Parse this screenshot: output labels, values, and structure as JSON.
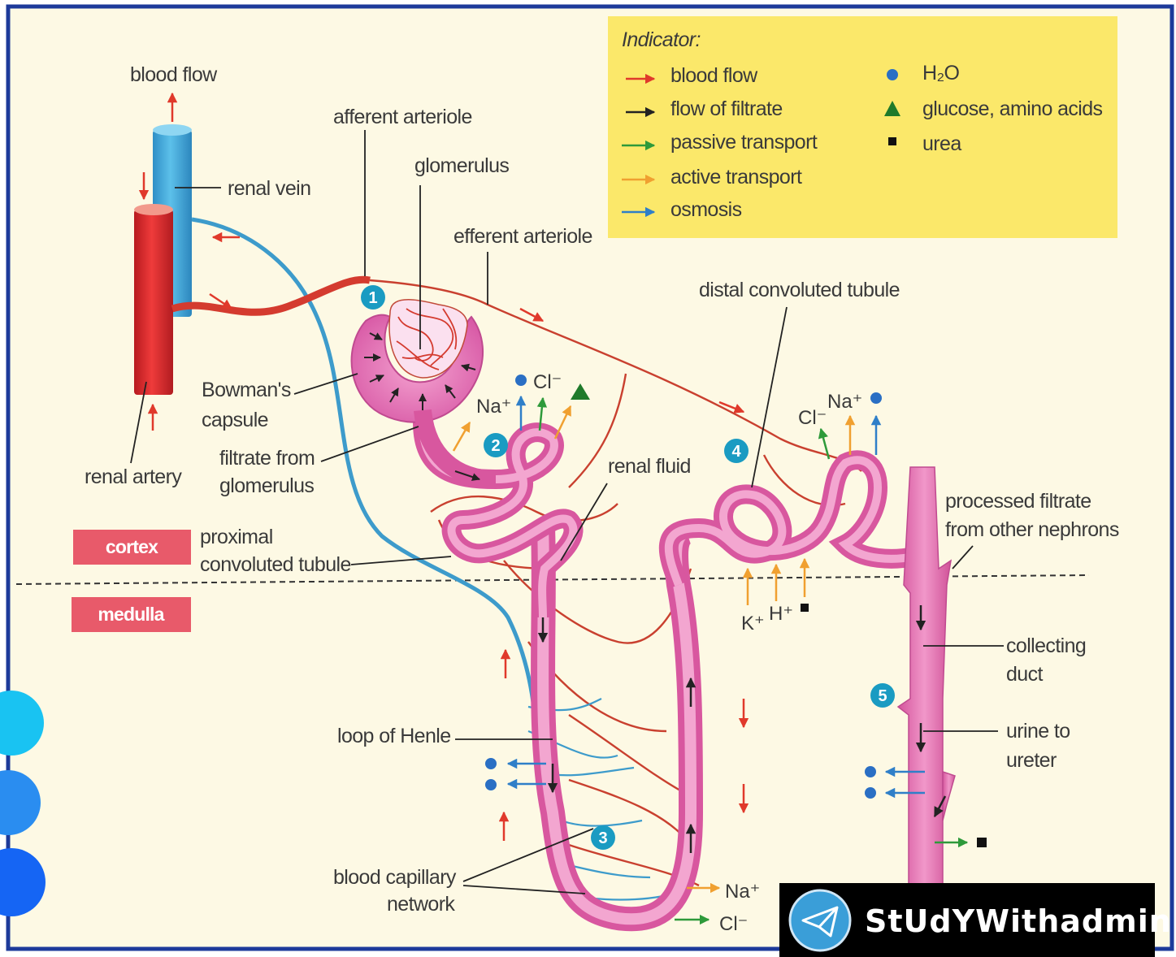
{
  "legend": {
    "title": "Indicator:",
    "arrows": [
      {
        "label": "blood flow",
        "color": "#e0392b"
      },
      {
        "label": "flow of filtrate",
        "color": "#222222"
      },
      {
        "label": "passive transport",
        "color": "#2e9a3a"
      },
      {
        "label": "active transport",
        "color": "#f0a030"
      },
      {
        "label": "osmosis",
        "color": "#2f7fc8"
      }
    ],
    "symbols": [
      {
        "label": "H₂O",
        "shape": "circle",
        "color": "#2a6fc4"
      },
      {
        "label": "glucose, amino acids",
        "shape": "triangle",
        "color": "#1f7a2a"
      },
      {
        "label": "urea",
        "shape": "square",
        "color": "#111111"
      }
    ]
  },
  "labels": {
    "blood_flow": "blood flow",
    "renal_vein": "renal vein",
    "renal_artery": "renal artery",
    "afferent_arteriole": "afferent arteriole",
    "glomerulus": "glomerulus",
    "efferent_arteriole": "efferent arteriole",
    "distal_convoluted_tubule": "distal convoluted tubule",
    "bowmans_capsule_1": "Bowman's",
    "bowmans_capsule_2": "capsule",
    "filtrate_1": "filtrate from",
    "filtrate_2": "glomerulus",
    "renal_fluid": "renal fluid",
    "proximal_1": "proximal",
    "proximal_2": "convoluted tubule",
    "processed_1": "processed filtrate",
    "processed_2": "from other nephrons",
    "collecting_1": "collecting",
    "collecting_2": "duct",
    "urine_1": "urine to",
    "urine_2": "ureter",
    "loop_of_henle": "loop of Henle",
    "capillary_1": "blood capillary",
    "capillary_2": "network"
  },
  "zones": {
    "cortex": "cortex",
    "medulla": "medulla"
  },
  "ions": {
    "na_pct": "Na⁺",
    "cl_pct": "Cl⁻",
    "na_dct": "Na⁺",
    "cl_dct": "Cl⁻",
    "k": "K⁺",
    "h": "H⁺",
    "na_loop": "Na⁺",
    "cl_loop": "Cl⁻"
  },
  "steps": [
    "1",
    "2",
    "3",
    "4",
    "5"
  ],
  "brand": {
    "name": "StUdYWithadmin",
    "icon": "telegram-icon"
  },
  "colors": {
    "background": "#fdf9e4",
    "border": "#1d3a9a",
    "legend_bg": "#fbe86a",
    "zone_bg": "#e85a6a",
    "vein": "#3fa3d6",
    "artery": "#e2262b",
    "tubule": "#e86bb0",
    "step_badge": "#1a9bc2"
  }
}
